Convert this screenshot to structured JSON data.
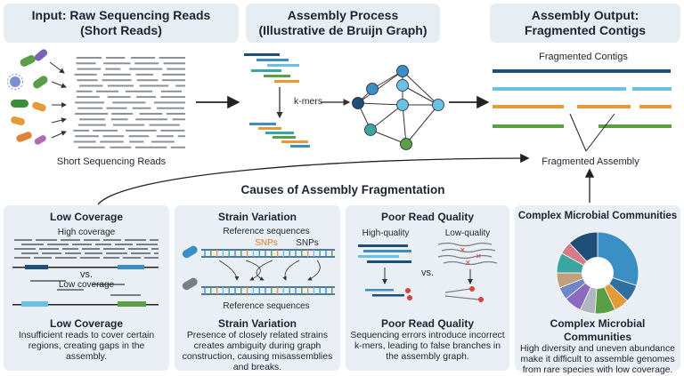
{
  "headers": {
    "input": {
      "line1": "Input: Raw Sequencing Reads",
      "line2": "(Short Reads)"
    },
    "process": {
      "line1": "Assembly Process",
      "line2": "(Illustrative de Bruijn Graph)"
    },
    "output": {
      "line1": "Assembly Output:",
      "line2": "Fragmented Contigs"
    }
  },
  "top": {
    "short_reads_label": "Short Sequencing Reads",
    "kmers_label": "k-mers",
    "fragmented_contigs_label": "Fragmented Contigs",
    "fragmented_assembly_label": "Fragmented Assembly"
  },
  "causes_title": "Causes of Assembly Fragmentation",
  "panels": {
    "coverage": {
      "title": "Low Coverage",
      "high": "High coverage",
      "vs": "vs.",
      "low": "Low coverage",
      "cap_title": "Low Coverage",
      "cap_text": "Insufficient reads to cover certain regions, creating gaps in the assembly."
    },
    "strain": {
      "title": "Strain Variation",
      "ref_top": "Reference sequences",
      "snps1": "SNPs",
      "snps2": "SNPs",
      "ref_bottom": "Reference sequences",
      "cap_title": "Strain Variation",
      "cap_text": "Presence of closely related strains creates ambiguity during graph construction, causing misassemblies and breaks."
    },
    "quality": {
      "title": "Poor Read Quality",
      "high": "High-quality",
      "low": "Low-quality",
      "vs": "vs.",
      "cap_title": "Poor Read Quality",
      "cap_text": "Sequencing errors introduce incorrect k-mers, leading to false branches in the assembly graph."
    },
    "community": {
      "title": "Complex Microbial Communities",
      "cap_title": "Complex Microbial Communities",
      "cap_text": "High diversity and uneven abundance make it difficult to assemble genomes from rare species with low coverage."
    }
  },
  "colors": {
    "navy": "#1f4e79",
    "blue": "#3a8fc4",
    "lightblue": "#6cc0e6",
    "orange": "#e39a38",
    "green": "#5a9e45",
    "teal": "#3aa6a1",
    "gray": "#7a7f86",
    "red": "#d9413b",
    "panel": "#e9eff4"
  }
}
